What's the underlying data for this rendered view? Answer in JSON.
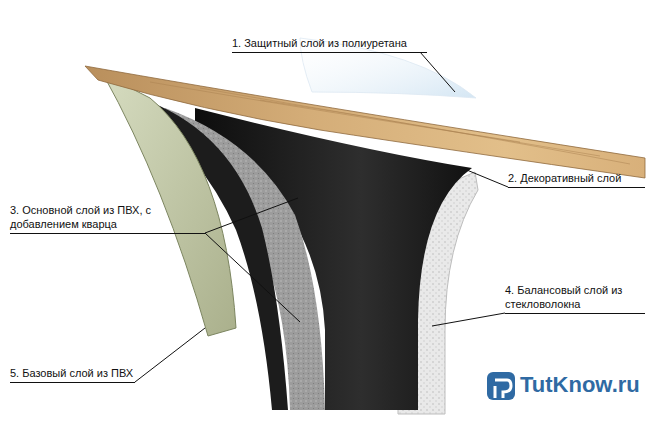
{
  "diagram": {
    "labels": [
      "1. Защитный слой из полиуретана",
      "2. Декоративный слой",
      "3. Основной слой из ПВХ, с добавлением кварца",
      "4. Балансовый слой из стекловолокна",
      "5. Базовый слой из ПВХ",
      "TutKnow.ru"
    ]
  }
}
